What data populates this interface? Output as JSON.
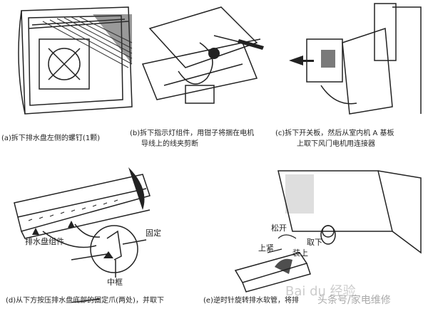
{
  "captions": {
    "a": "(a)拆下排水盘左侧的螺钉(1颗)",
    "b_line1": "(b)拆下指示灯组件，用钳子将捆在电机",
    "b_line2": "导线上的线夹剪断",
    "c_line1": "(c)拆下开关板，然后从室内机 A 基板",
    "c_line2": "上取下风门电机用连接器",
    "d": "(d)从下方按压排水盘底部的固定爪(两处)，并取下",
    "e": "(e)逆时针旋转排水软管，将排"
  },
  "labels_d": {
    "fix": "固定",
    "drain_pan": "排水盘组件",
    "middle_frame": "中框"
  },
  "labels_e": {
    "loosen": "松开",
    "tighten": "上紧",
    "install": "装上",
    "remove": "取下"
  },
  "watermarks": {
    "baidu": "Bai du 经验",
    "toutiao": "头条号/家电维修"
  }
}
